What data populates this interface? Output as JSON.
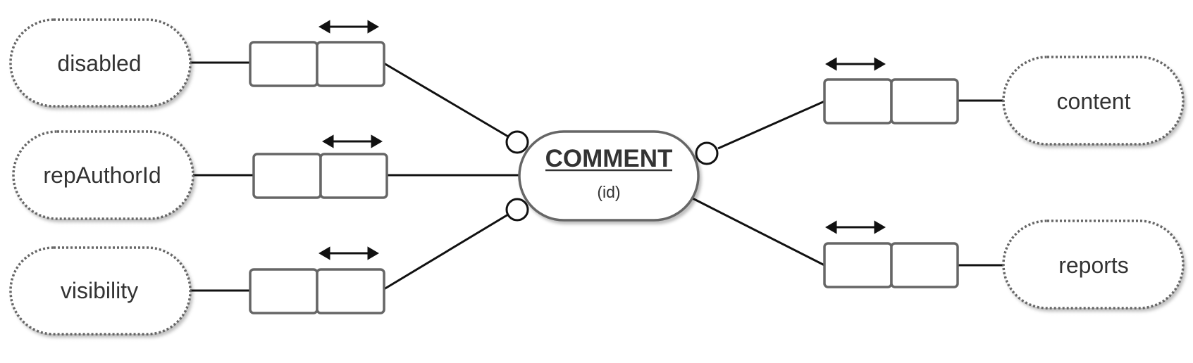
{
  "entity": {
    "name": "COMMENT",
    "key": "(id)"
  },
  "attributes": {
    "disabled": "disabled",
    "repAuthorId": "repAuthorId",
    "visibility": "visibility",
    "content": "content",
    "reports": "reports"
  }
}
